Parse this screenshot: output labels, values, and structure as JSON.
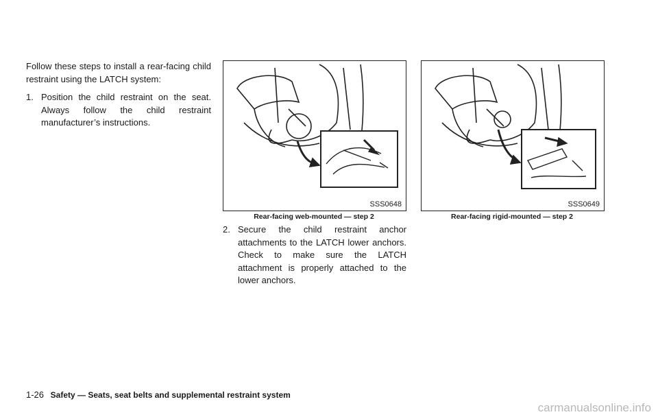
{
  "intro": "Follow these steps to install a rear-facing child restraint using the LATCH system:",
  "step1": {
    "num": "1.",
    "text": "Position the child restraint on the seat. Always follow the child restraint manufacturer’s instructions."
  },
  "figures": [
    {
      "code": "SSS0648",
      "caption": "Rear-facing web-mounted — step 2"
    },
    {
      "code": "SSS0649",
      "caption": "Rear-facing rigid-mounted — step 2"
    }
  ],
  "step2": {
    "num": "2.",
    "text": "Secure the child restraint anchor attachments to the LATCH lower anchors. Check to make sure the LATCH attachment is properly attached to the lower anchors."
  },
  "footer": {
    "page": "1-26",
    "title": "Safety — Seats, seat belts and supplemental restraint system"
  },
  "watermark": "carmanualsonline.info"
}
